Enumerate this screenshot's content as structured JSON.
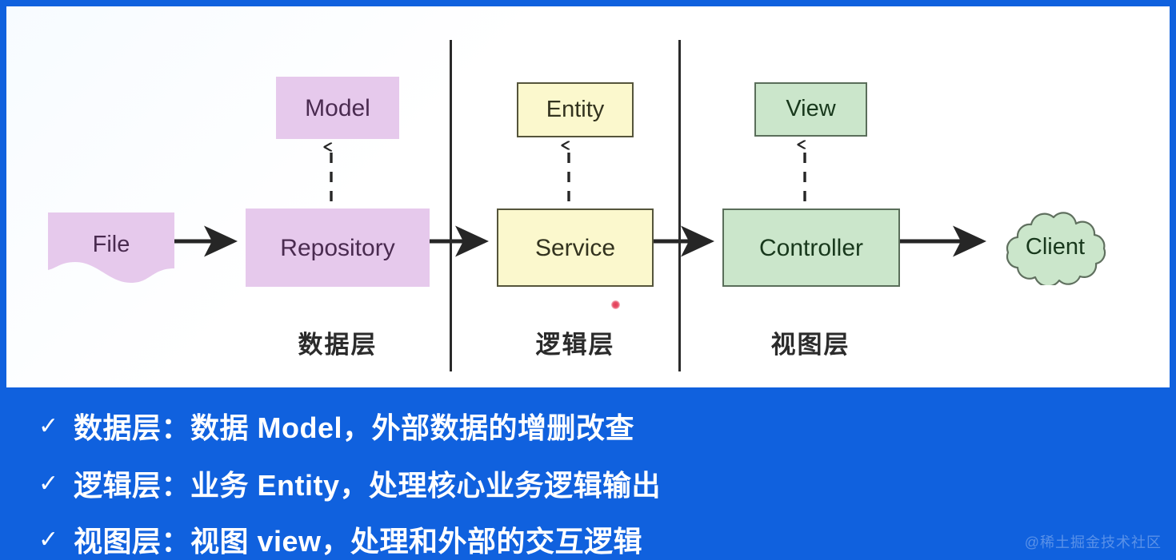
{
  "colors": {
    "frame_blue": "#1061de",
    "panel_white": "#fdfdfd",
    "purple_fill": "#e6c9ec",
    "purple_text": "#4a2b50",
    "yellow_fill": "#fbf8cd",
    "yellow_border": "#55553b",
    "green_fill": "#cbe6cb",
    "green_border": "#5a6e5a",
    "arrow_black": "#262626",
    "cursor_red": "#e23b55"
  },
  "diagram": {
    "nodes": {
      "file": "File",
      "repository": "Repository",
      "model": "Model",
      "service": "Service",
      "entity": "Entity",
      "controller": "Controller",
      "view": "View",
      "client": "Client"
    },
    "layers": [
      {
        "id": "data",
        "caption": "数据层"
      },
      {
        "id": "logic",
        "caption": "逻辑层"
      },
      {
        "id": "view",
        "caption": "视图层"
      }
    ],
    "icons": {
      "file": "file-document-icon",
      "client": "cloud-icon",
      "flow_arrow": "arrow-right-icon",
      "dependency_arrow": "dashed-arrow-up-icon",
      "cursor": "cursor-dot-icon"
    }
  },
  "bullets": [
    {
      "check": "✓",
      "text": "数据层：数据 Model，外部数据的增删改查"
    },
    {
      "check": "✓",
      "text": "逻辑层：业务 Entity，处理核心业务逻辑输出"
    },
    {
      "check": "✓",
      "text": "视图层：视图 view，处理和外部的交互逻辑"
    }
  ],
  "watermark": "@稀土掘金技术社区"
}
